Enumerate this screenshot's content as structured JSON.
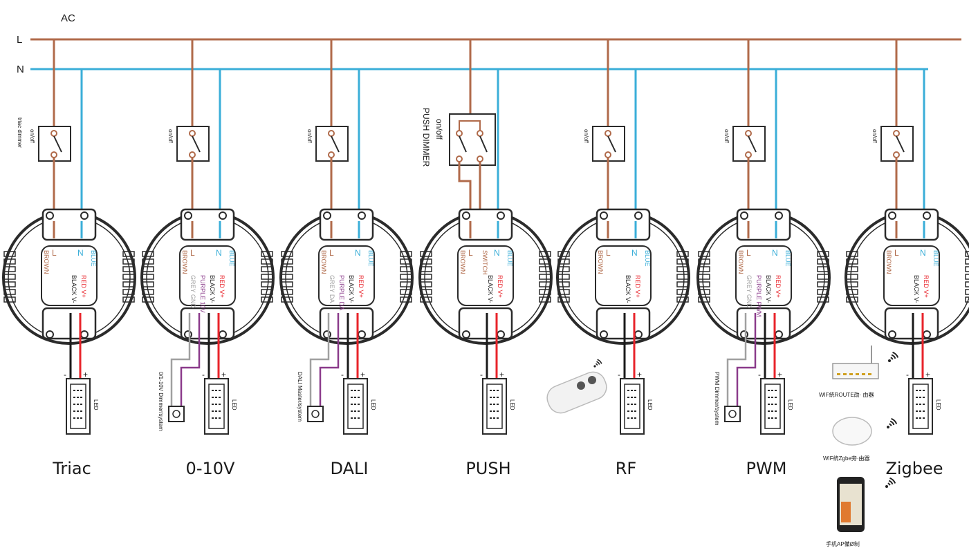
{
  "ac": {
    "title": "AC",
    "line_l": "L",
    "line_n": "N"
  },
  "colors": {
    "live": "#b06a4a",
    "neutral": "#3aaed8",
    "plus": "#e8232a",
    "minus": "#1a1a1a",
    "purple": "#8a3a8a",
    "grey": "#a0a0a0",
    "device": "#2b2b2b"
  },
  "modules": [
    {
      "caption": "Triac",
      "switch": "on/off",
      "switch2": "triac dimmer",
      "term_l": "L",
      "term_l_color": "BROWN",
      "term_n": "N",
      "term_n_color": "BLUE",
      "pins": [
        {
          "t": "RED V+",
          "c": "#e8232a"
        },
        {
          "t": "BLACK V-",
          "c": "#1a1a1a"
        }
      ],
      "load": "LED",
      "plus": "+",
      "minus": "-",
      "control": ""
    },
    {
      "caption": "0-10V",
      "switch": "on/off",
      "switch2": "",
      "term_l": "L",
      "term_l_color": "BROWN",
      "term_n": "N",
      "term_n_color": "BLUE",
      "pins": [
        {
          "t": "RED V+",
          "c": "#e8232a"
        },
        {
          "t": "BLACK V-",
          "c": "#1a1a1a"
        },
        {
          "t": "PURPLE 10V",
          "c": "#8a3a8a"
        },
        {
          "t": "GREY GND",
          "c": "#a0a0a0"
        }
      ],
      "load": "LED",
      "plus": "+",
      "minus": "-",
      "control": "0/1-10V Dimmer/system"
    },
    {
      "caption": "DALI",
      "switch": "on/off",
      "switch2": "",
      "term_l": "L",
      "term_l_color": "BROWN",
      "term_n": "N",
      "term_n_color": "BLUE",
      "pins": [
        {
          "t": "RED V+",
          "c": "#e8232a"
        },
        {
          "t": "BLACK V-",
          "c": "#1a1a1a"
        },
        {
          "t": "PURPLE DA",
          "c": "#8a3a8a"
        },
        {
          "t": "GREY DA",
          "c": "#a0a0a0"
        }
      ],
      "load": "LED",
      "plus": "+",
      "minus": "-",
      "control": "DALI Master/system"
    },
    {
      "caption": "PUSH",
      "switch": "on/off",
      "switch2": "PUSH DIMMER",
      "term_l": "L",
      "term_l_color": "BROWN",
      "term_n": "N",
      "term_n_color": "BLUE",
      "term_s": "SWITCH",
      "pins": [
        {
          "t": "RED V+",
          "c": "#e8232a"
        },
        {
          "t": "BLACK V-",
          "c": "#1a1a1a"
        }
      ],
      "load": "LED",
      "plus": "+",
      "minus": "-",
      "control": ""
    },
    {
      "caption": "RF",
      "switch": "on/off",
      "switch2": "",
      "term_l": "L",
      "term_l_color": "BROWN",
      "term_n": "N",
      "term_n_color": "BLUE",
      "pins": [
        {
          "t": "RED V+",
          "c": "#e8232a"
        },
        {
          "t": "BLACK V-",
          "c": "#1a1a1a"
        }
      ],
      "load": "LED",
      "plus": "+",
      "minus": "-",
      "control": ""
    },
    {
      "caption": "PWM",
      "switch": "on/off",
      "switch2": "",
      "term_l": "L",
      "term_l_color": "BROWN",
      "term_n": "N",
      "term_n_color": "BLUE",
      "pins": [
        {
          "t": "RED V+",
          "c": "#e8232a"
        },
        {
          "t": "BLACK V-",
          "c": "#1a1a1a"
        },
        {
          "t": "PURPLE PWM",
          "c": "#8a3a8a"
        },
        {
          "t": "GREY GND",
          "c": "#a0a0a0"
        }
      ],
      "load": "LED",
      "plus": "+",
      "minus": "-",
      "control": "PWM Dimmer/system"
    },
    {
      "caption": "Zigbee",
      "switch": "on/off",
      "switch2": "",
      "term_l": "L",
      "term_l_color": "BROWN",
      "term_n": "N",
      "term_n_color": "BLUE",
      "pins": [
        {
          "t": "RED V+",
          "c": "#e8232a"
        },
        {
          "t": "BLACK V-",
          "c": "#1a1a1a"
        }
      ],
      "load": "LED",
      "plus": "+",
      "minus": "-",
      "control": ""
    }
  ],
  "zigbee_devices": [
    {
      "label": "WIF統ROUTE劭· 由器",
      "icon": "router-icon"
    },
    {
      "label": "WIF統Zgbe旁·由器",
      "icon": "zigbee-hub-icon"
    },
    {
      "label": "手机AP備Ø制",
      "icon": "smartphone-icon"
    }
  ]
}
